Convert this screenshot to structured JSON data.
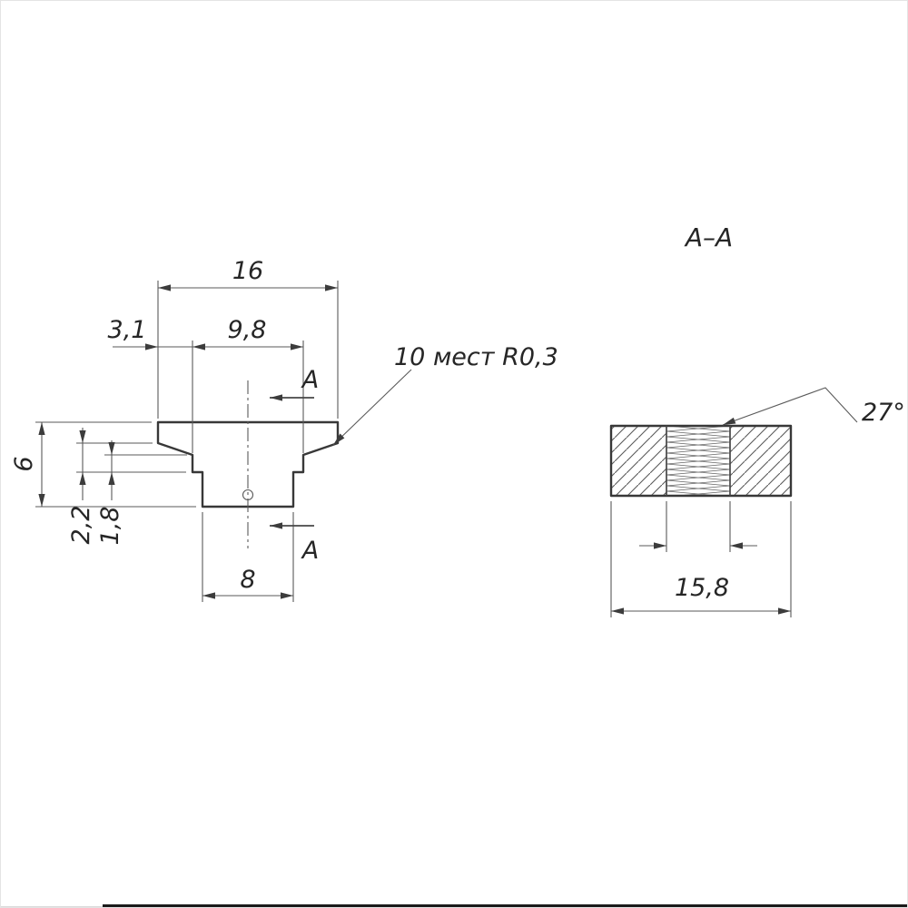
{
  "drawing": {
    "front_view": {
      "dim_top_width": "16",
      "dim_side_offset": "3,1",
      "dim_inner_width": "9,8",
      "dim_total_height": "6",
      "dim_step_height": "2,2",
      "dim_lip_height": "1,8",
      "dim_slot_width": "8",
      "leader_note": "10 мест R0,3",
      "section_label_top": "A",
      "section_label_bottom": "A"
    },
    "section_view": {
      "title": "A–A",
      "dim_chamfer_angle": "27°",
      "dim_length": "15,8"
    },
    "colors": {
      "line": "#383838",
      "background": "#ffffff"
    }
  }
}
